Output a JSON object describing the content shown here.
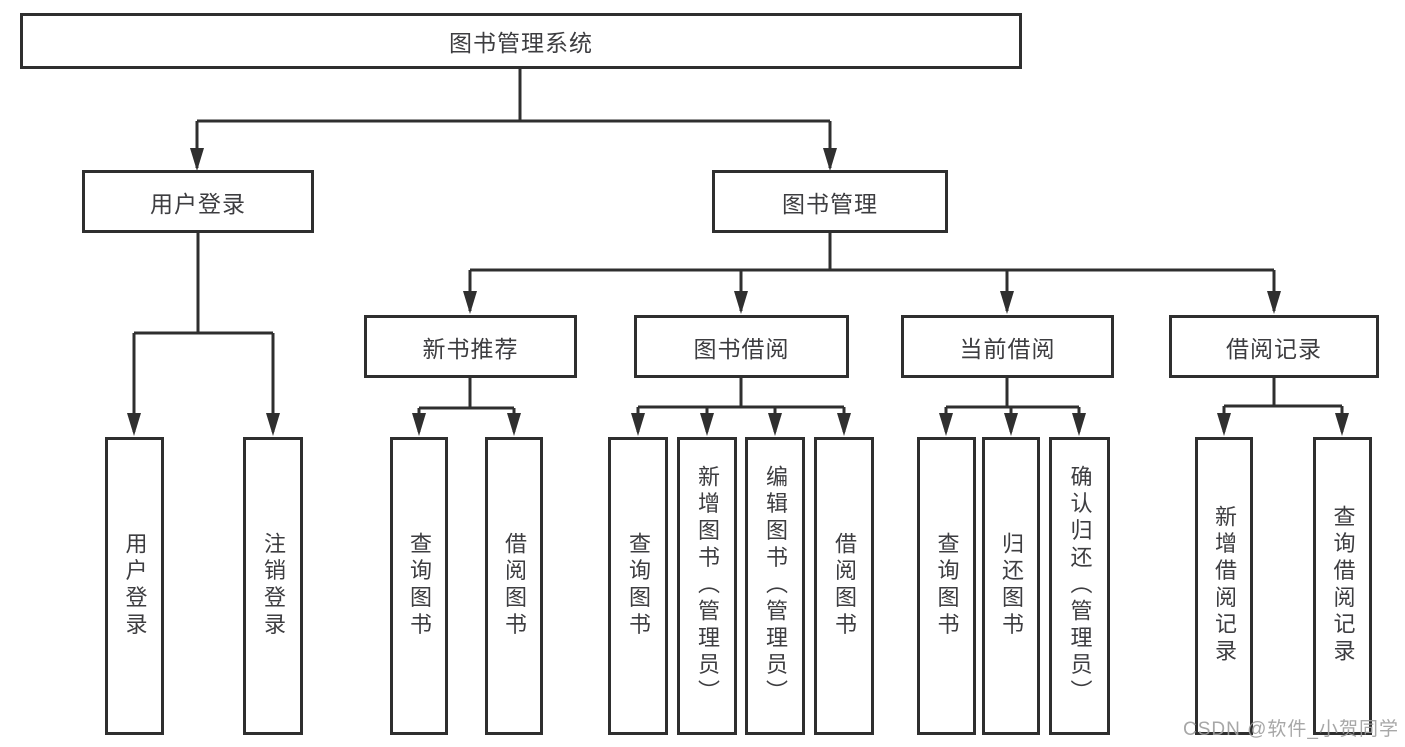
{
  "tree": {
    "label": "图书管理系统",
    "children": [
      {
        "label": "用户登录",
        "children": [
          {
            "label": "用户登录"
          },
          {
            "label": "注销登录"
          }
        ]
      },
      {
        "label": "图书管理",
        "children": [
          {
            "label": "新书推荐",
            "children": [
              {
                "label": "查询图书"
              },
              {
                "label": "借阅图书"
              }
            ]
          },
          {
            "label": "图书借阅",
            "children": [
              {
                "label": "查询图书"
              },
              {
                "label": "新增图书（管理员）"
              },
              {
                "label": "编辑图书（管理员）"
              },
              {
                "label": "借阅图书"
              }
            ]
          },
          {
            "label": "当前借阅",
            "children": [
              {
                "label": "查询图书"
              },
              {
                "label": "归还图书"
              },
              {
                "label": "确认归还（管理员）"
              }
            ]
          },
          {
            "label": "借阅记录",
            "children": [
              {
                "label": "新增借阅记录"
              },
              {
                "label": "查询借阅记录"
              }
            ]
          }
        ]
      }
    ]
  },
  "watermark": "CSDN @软件_小贺同学",
  "colors": {
    "line": "#2f2f2f",
    "text": "#3d3d40",
    "background": "#ffffff",
    "watermark": "#9e9e9e"
  }
}
